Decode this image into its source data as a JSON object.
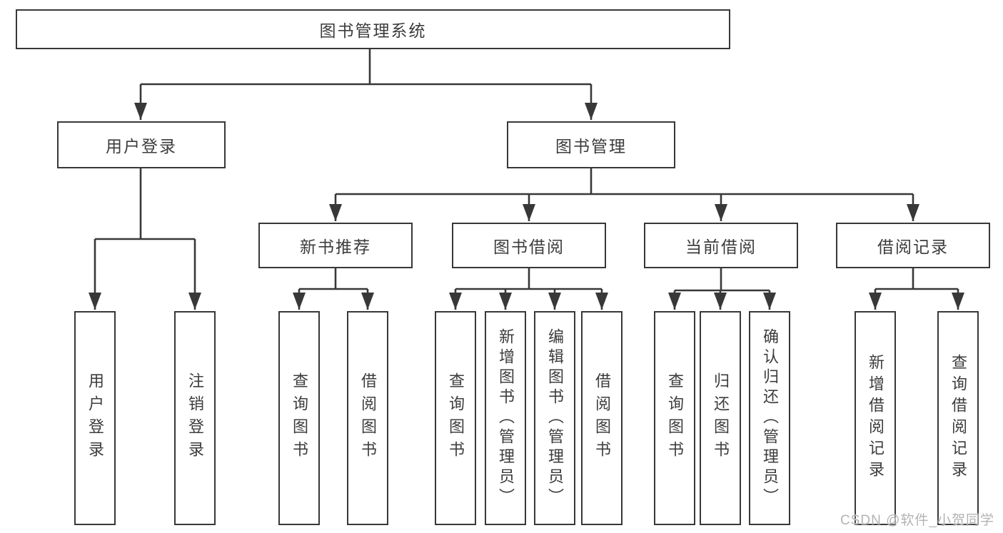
{
  "root": {
    "label": "图书管理系统"
  },
  "level2": [
    {
      "label": "用户登录"
    },
    {
      "label": "图书管理"
    }
  ],
  "level3": [
    {
      "label": "新书推荐"
    },
    {
      "label": "图书借阅"
    },
    {
      "label": "当前借阅"
    },
    {
      "label": "借阅记录"
    }
  ],
  "leaves": {
    "userLogin": [
      {
        "label": "用户登录"
      },
      {
        "label": "注销登录"
      }
    ],
    "newBooks": [
      {
        "label": "查询图书"
      },
      {
        "label": "借阅图书"
      }
    ],
    "bookBorrow": [
      {
        "label": "查询图书"
      },
      {
        "label": "新增图书（管理员）"
      },
      {
        "label": "编辑图书（管理员）"
      },
      {
        "label": "借阅图书"
      }
    ],
    "currentBorrow": [
      {
        "label": "查询图书"
      },
      {
        "label": "归还图书"
      },
      {
        "label": "确认归还（管理员）"
      }
    ],
    "borrowRecords": [
      {
        "label": "新增借阅记录"
      },
      {
        "label": "查询借阅记录"
      }
    ]
  },
  "watermark": "CSDN @软件_小贺同学",
  "colors": {
    "line": "#383838",
    "text": "#3c3c3c",
    "watermark": "#b3b3b3"
  }
}
